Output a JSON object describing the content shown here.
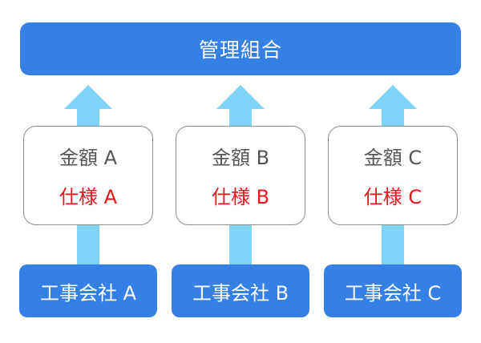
{
  "union": {
    "label": "管理組合"
  },
  "columns": [
    {
      "amount": "金額 A",
      "spec": "仕様 A",
      "company": "工事会社 A"
    },
    {
      "amount": "金額 B",
      "spec": "仕様 B",
      "company": "工事会社 B"
    },
    {
      "amount": "金額 C",
      "spec": "仕様 C",
      "company": "工事会社 C"
    }
  ],
  "colors": {
    "box_blue": "#3580e4",
    "arrow_blue": "#7fd3f7",
    "spec_red": "#e8151c",
    "amount_gray": "#555555"
  }
}
